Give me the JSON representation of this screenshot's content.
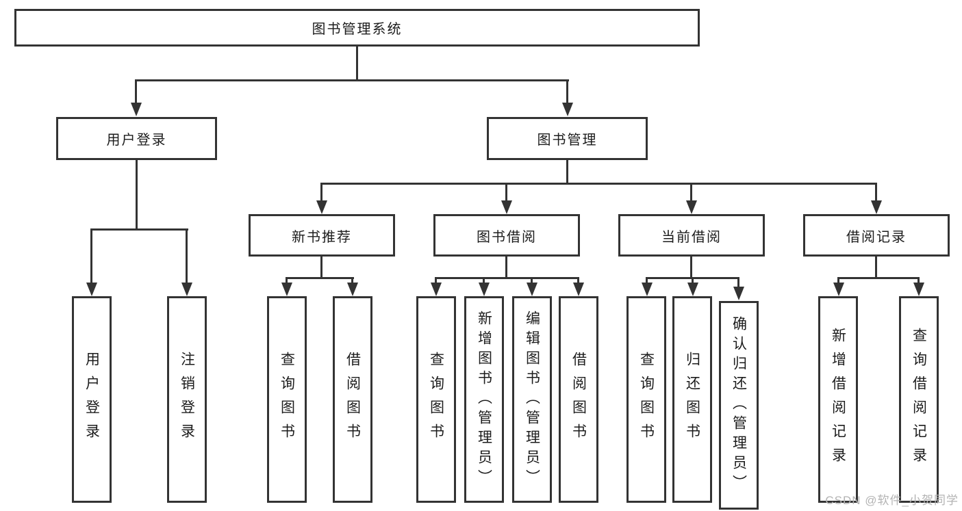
{
  "diagram": {
    "root": "图书管理系统",
    "branches": [
      {
        "label": "用户登录",
        "children": [
          "用户登录",
          "注销登录"
        ]
      },
      {
        "label": "图书管理",
        "sub": [
          {
            "label": "新书推荐",
            "children": [
              "查询图书",
              "借阅图书"
            ]
          },
          {
            "label": "图书借阅",
            "children": [
              "查询图书",
              "新增图书（管理员）",
              "编辑图书（管理员）",
              "借阅图书"
            ]
          },
          {
            "label": "当前借阅",
            "children": [
              "查询图书",
              "归还图书",
              "确认归还（管理员）"
            ]
          },
          {
            "label": "借阅记录",
            "children": [
              "新增借阅记录",
              "查询借阅记录"
            ]
          }
        ]
      }
    ],
    "colors": {
      "line": "#333333",
      "text": "#1c1c1c",
      "watermark": "#b3b3b3"
    },
    "watermark": "CSDN @软件_小贺同学"
  }
}
